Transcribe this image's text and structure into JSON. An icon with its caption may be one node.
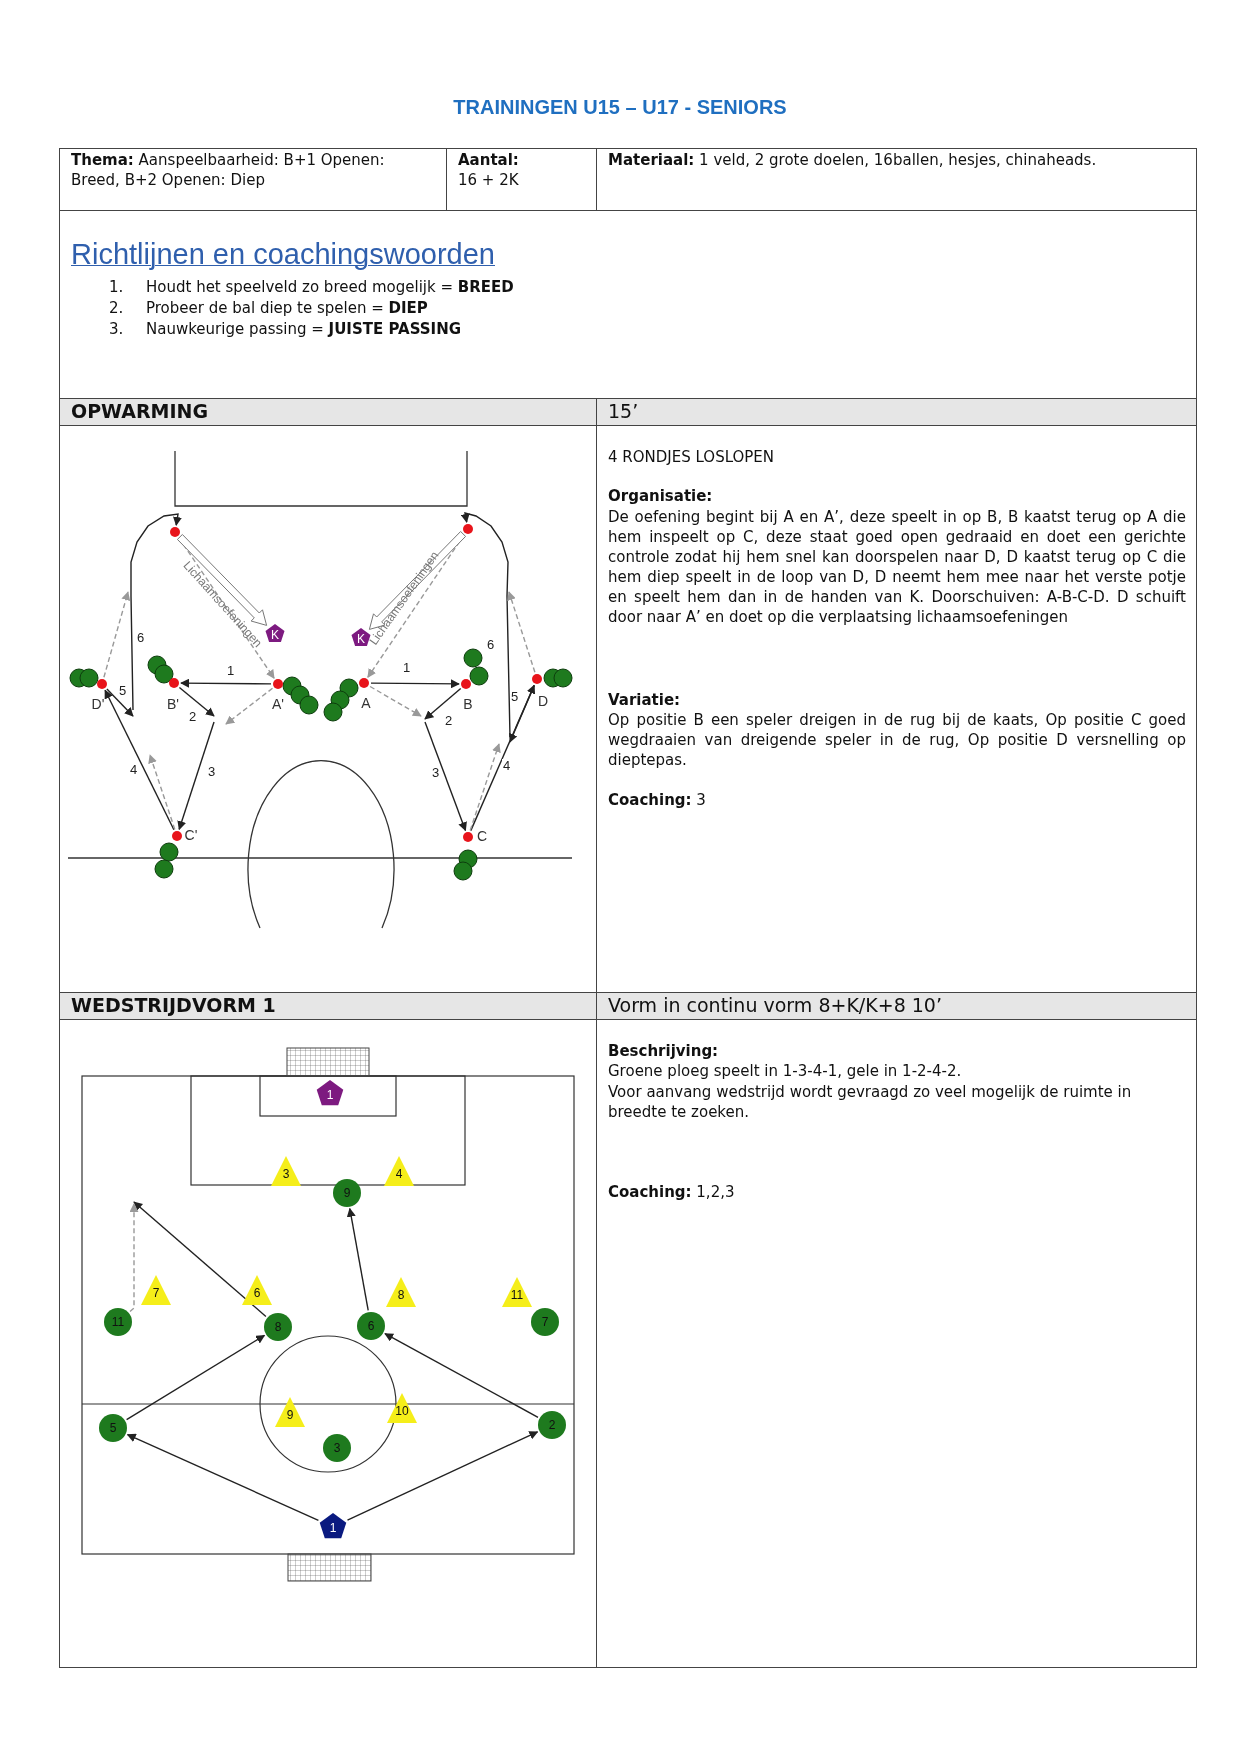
{
  "diagram": {
    "title": "TRAININGEN U15 – U17 - SENIORS",
    "nodes": [
      {
        "text": [],
        "shape": "circle"
      },
      {
        "text": [],
        "shape": "circle"
      },
      {
        "text": [
          "K"
        ]
      },
      {
        "text": [
          "K"
        ]
      },
      {
        "text": [],
        "shape": "circle",
        "beside": [
          "D'"
        ]
      },
      {
        "text": [],
        "shape": "circle",
        "beside": [
          "B'"
        ]
      },
      {
        "text": [],
        "shape": "circle",
        "beside": [
          "A'"
        ]
      },
      {
        "text": [],
        "shape": "circle",
        "beside": [
          "A"
        ]
      },
      {
        "text": [],
        "shape": "circle",
        "beside": [
          "B"
        ]
      },
      {
        "text": [],
        "shape": "circle",
        "beside": [
          "D"
        ]
      },
      {
        "text": [],
        "shape": "circle",
        "beside": [
          "C'"
        ]
      },
      {
        "text": [],
        "shape": "circle",
        "beside": [
          "C"
        ]
      },
      {
        "text": [
          "1"
        ]
      },
      {
        "text": [
          "3"
        ]
      },
      {
        "text": [
          "4"
        ]
      },
      {
        "text": [
          "9"
        ]
      },
      {
        "text": [
          "7"
        ]
      },
      {
        "text": [
          "6"
        ]
      },
      {
        "text": [
          "8"
        ]
      },
      {
        "text": [
          "11"
        ]
      },
      {
        "text": [
          "11"
        ]
      },
      {
        "text": [
          "8"
        ]
      },
      {
        "text": [
          "6"
        ]
      },
      {
        "text": [
          "7"
        ]
      },
      {
        "text": [
          "5"
        ]
      },
      {
        "text": [
          "9"
        ]
      },
      {
        "text": [
          "10"
        ]
      },
      {
        "text": [
          "2"
        ]
      },
      {
        "text": [
          "3"
        ]
      },
      {
        "text": [
          "1"
        ]
      }
    ],
    "edges": [
      {
        "from": 6,
        "to": 5,
        "arrow": "to",
        "label": "1"
      },
      {
        "from": 5,
        "to": null,
        "arrow": "to",
        "label": "2"
      },
      {
        "from": 6,
        "to": null,
        "arrow": "to",
        "style": "dashed",
        "color": "#999999"
      },
      {
        "from": null,
        "to": 10,
        "arrow": "to",
        "label": "3"
      },
      {
        "from": 10,
        "to": 4,
        "arrow": "to",
        "label": "4"
      },
      {
        "from": 4,
        "to": null,
        "arrow": "to",
        "label": "5"
      },
      {
        "from": null,
        "to": 0,
        "arrow": "to",
        "label": "6"
      },
      {
        "from": 10,
        "to": null,
        "arrow": "to",
        "style": "dashed",
        "color": "#999999"
      },
      {
        "from": 4,
        "to": null,
        "arrow": "to",
        "style": "dashed",
        "color": "#999999"
      },
      {
        "from": 0,
        "to": 6,
        "arrow": "to",
        "style": "dashed",
        "color": "#999999"
      },
      {
        "from": 7,
        "to": 8,
        "arrow": "to",
        "label": "1"
      },
      {
        "from": 8,
        "to": null,
        "arrow": "to",
        "label": "2"
      },
      {
        "from": 7,
        "to": null,
        "arrow": "to",
        "style": "dashed",
        "color": "#999999"
      },
      {
        "from": null,
        "to": 11,
        "arrow": "to",
        "label": "3"
      },
      {
        "from": 11,
        "to": 9,
        "arrow": "to",
        "label": "4"
      },
      {
        "from": 9,
        "to": null,
        "arrow": "to",
        "label": "5"
      },
      {
        "from": null,
        "to": 1,
        "arrow": "to",
        "label": "6"
      },
      {
        "from": 11,
        "to": null,
        "arrow": "to",
        "style": "dashed",
        "color": "#999999"
      },
      {
        "from": 9,
        "to": null,
        "arrow": "to",
        "style": "dashed",
        "color": "#999999"
      },
      {
        "from": 1,
        "to": 7,
        "arrow": "to",
        "style": "dashed",
        "color": "#999999"
      },
      {
        "from": 29,
        "to": 24,
        "arrow": "to"
      },
      {
        "from": 29,
        "to": 27,
        "arrow": "to"
      },
      {
        "from": 24,
        "to": 21,
        "arrow": "to"
      },
      {
        "from": 27,
        "to": 22,
        "arrow": "to"
      },
      {
        "from": 22,
        "to": 15,
        "arrow": "to"
      },
      {
        "from": 21,
        "to": null,
        "arrow": "to"
      },
      {
        "from": 20,
        "to": null,
        "arrow": "to",
        "style": "dashed",
        "color": "#999999"
      },
      {
        "from": 0,
        "to": 2,
        "arrow": "to",
        "style": "thick",
        "label": "Lichaamsoefeningen"
      },
      {
        "from": 1,
        "to": 3,
        "arrow": "to",
        "style": "thick",
        "label": "Lichaamsoefeningen"
      }
    ],
    "labels": [
      "**Thema:** Aanspeelbaarheid: B+1 Openen: Breed, B+2 Openen: Diep",
      "**Aantal:** 16 + 2K",
      "**Materiaal:** 1 veld, 2 grote doelen, 16ballen, hesjes, chinaheads.",
      "Richtlijnen en coachingswoorden",
      "1.",
      "Houdt het speelveld zo breed mogelijk = **BREED**",
      "2.",
      "Probeer de bal diep te spelen = **DIEP**",
      "3.",
      "Nauwkeurige passing = **JUISTE PASSING**",
      "OPWARMING",
      "15’",
      "4 RONDJES LOSLOPEN",
      "Organisatie:",
      "De oefening begint bij A en A’, deze speelt in op B, B kaatst terug op A die hem inspeelt op C, deze staat goed open gedraaid en doet een gerichte controle zodat hij hem snel kan doorspelen naar D, D kaatst terug op C die hem diep speelt in de loop van D, D neemt hem mee naar het verste potje en speelt hem dan in de handen van K. Doorschuiven: A-B-C-D. D schuift door naar A’ en doet op die verplaatsing lichaamsoefeningen",
      "Variatie:",
      "Op positie B een speler dreigen in de rug bij de kaats, Op positie C goed wegdraaien van dreigende speler in de rug, Op positie D versnelling op dieptepas.",
      "**Coaching:** 3",
      "WEDSTRIJDVORM 1",
      "Vorm in continu vorm 8+K/K+8 10’",
      "Beschrijving:",
      "Groene ploeg speelt in 1-3-4-1, gele in 1-2-4-2.",
      "Voor aanvang wedstrijd wordt gevraagd zo veel mogelijk de ruimte in breedte te zoeken.",
      "**Coaching:** 1,2,3"
    ]
  }
}
